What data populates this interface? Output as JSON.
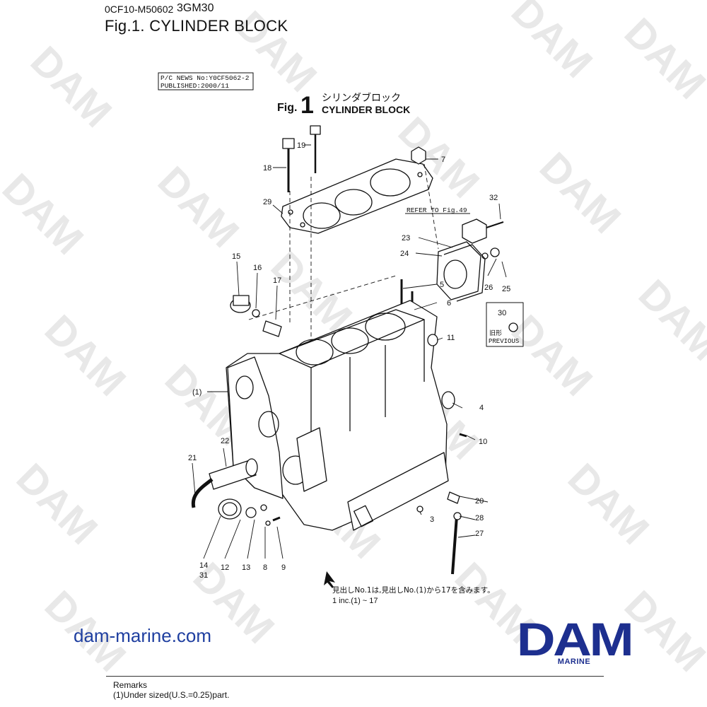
{
  "header": {
    "doc_code": "0CF10-M50602",
    "model": "3GM30",
    "figure_title": "Fig.1.  CYLINDER BLOCK"
  },
  "drawing": {
    "news_line1": "P/C NEWS No:Y0CF5062-2",
    "news_line2": "PUBLISHED:2000/11",
    "fig_label": "Fig.",
    "fig_number": "1",
    "title_jp": "シリンダブロック",
    "title_en": "CYLINDER BLOCK",
    "refer_note": "REFER TO Fig.49",
    "previous_jp": "旧形",
    "previous_en": "PREVIOUS",
    "previous_part": "30",
    "note_jp": "見出しNo.1は,見出しNo.(1)から17を含みます。",
    "note_en": "1 inc.(1) ~ 17",
    "callouts": {
      "c1": "(1)",
      "c3": "3",
      "c4": "4",
      "c5": "5",
      "c6": "6",
      "c7": "7",
      "c8": "8",
      "c9": "9",
      "c10": "10",
      "c11": "11",
      "c12": "12",
      "c13": "13",
      "c14": "14",
      "c31": "31",
      "c15": "15",
      "c16": "16",
      "c17": "17",
      "c18": "18",
      "c19": "19",
      "c20": "20",
      "c21": "21",
      "c22": "22",
      "c23": "23",
      "c24": "24",
      "c25": "25",
      "c26": "26",
      "c27": "27",
      "c28": "28",
      "c29": "29",
      "c32": "32"
    }
  },
  "watermark_text": "DAM",
  "footer": {
    "website": "dam-marine.com",
    "logo_text": "DAM",
    "logo_sub": "MARINE",
    "remarks_title": "Remarks",
    "remarks_text": "(1)Under sized(U.S.=0.25)part."
  },
  "colors": {
    "brand_blue": "#1d2f8f",
    "link_blue": "#1f3fa0",
    "watermark": "#e6e6e6"
  }
}
